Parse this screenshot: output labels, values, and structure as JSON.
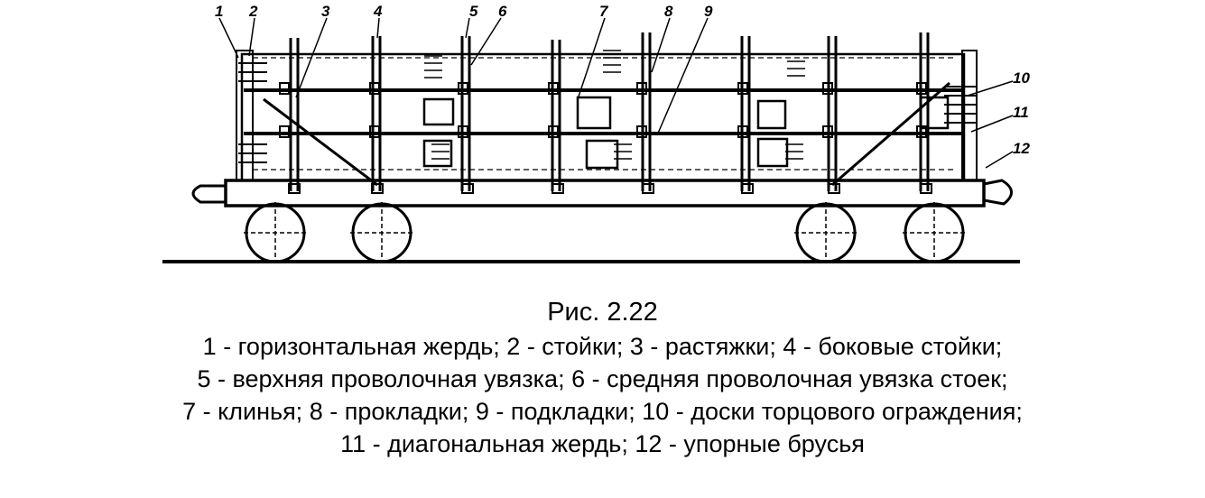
{
  "figure": {
    "callouts": [
      "1",
      "2",
      "3",
      "4",
      "5",
      "6",
      "7",
      "8",
      "9",
      "10",
      "11",
      "12"
    ],
    "title": "Рис. 2.22",
    "caption_lines": [
      "1 - горизонтальная жердь; 2 - стойки; 3 - растяжки; 4 - боковые стойки;",
      "5 - верхняя проволочная увязка; 6 - средняя проволочная увязка стоек;",
      "7 - клинья; 8 - прокладки; 9 - подкладки; 10 - доски торцового ограждения;",
      "11 - диагональная жердь; 12 - упорные брусья"
    ]
  },
  "colors": {
    "ink": "#000000",
    "paper": "#ffffff"
  }
}
